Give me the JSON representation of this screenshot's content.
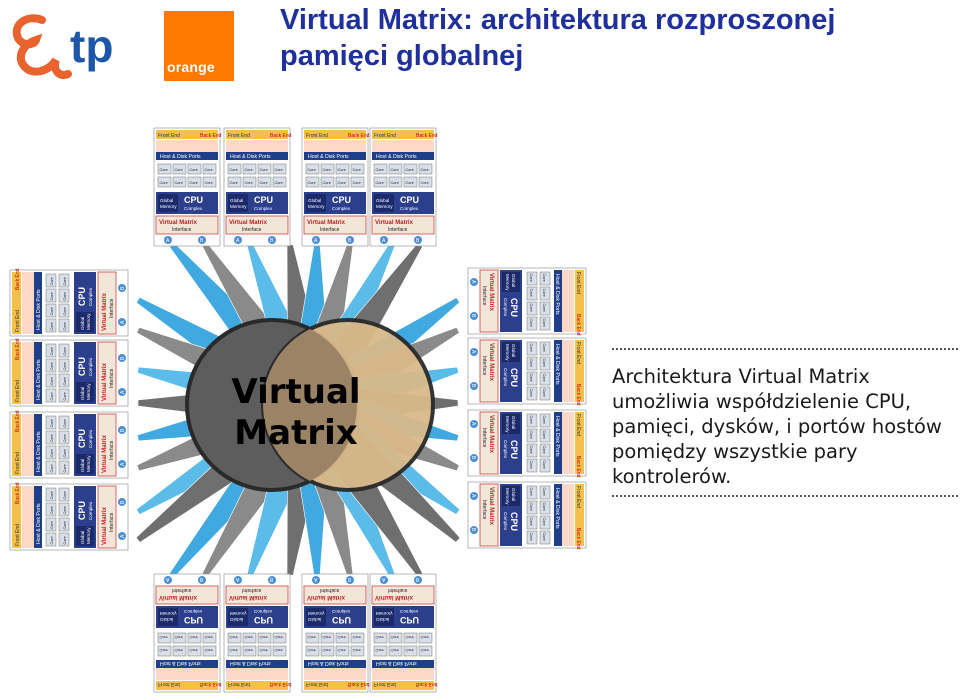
{
  "brand": {
    "tp_logo_text": "tp",
    "orange_logo_text": "orange",
    "accent_orange": "#ff7900",
    "tp_blue": "#1f57a8"
  },
  "title": "Virtual Matrix: architektura rozproszonej pamięci globalnej",
  "diagram": {
    "center_label_line1": "Virtual",
    "center_label_line2": "Matrix",
    "board": {
      "back_end": "Back End",
      "front_end": "Front End",
      "host_disk_ports": "Host & Disk Ports",
      "core": "Core",
      "cpu": "CPU",
      "complex": "Complex",
      "global_memory_line1": "Global",
      "global_memory_line2": "Memory",
      "vm_interface_line1": "Virtual Matrix",
      "vm_interface_line2": "Interface",
      "port_a": "A",
      "port_b": "B"
    }
  },
  "description": "Architektura Virtual Matrix umożliwia współdzielenie CPU, pamięci, dysków, i portów hostów pomiędzy wszystkie pary kontrolerów."
}
